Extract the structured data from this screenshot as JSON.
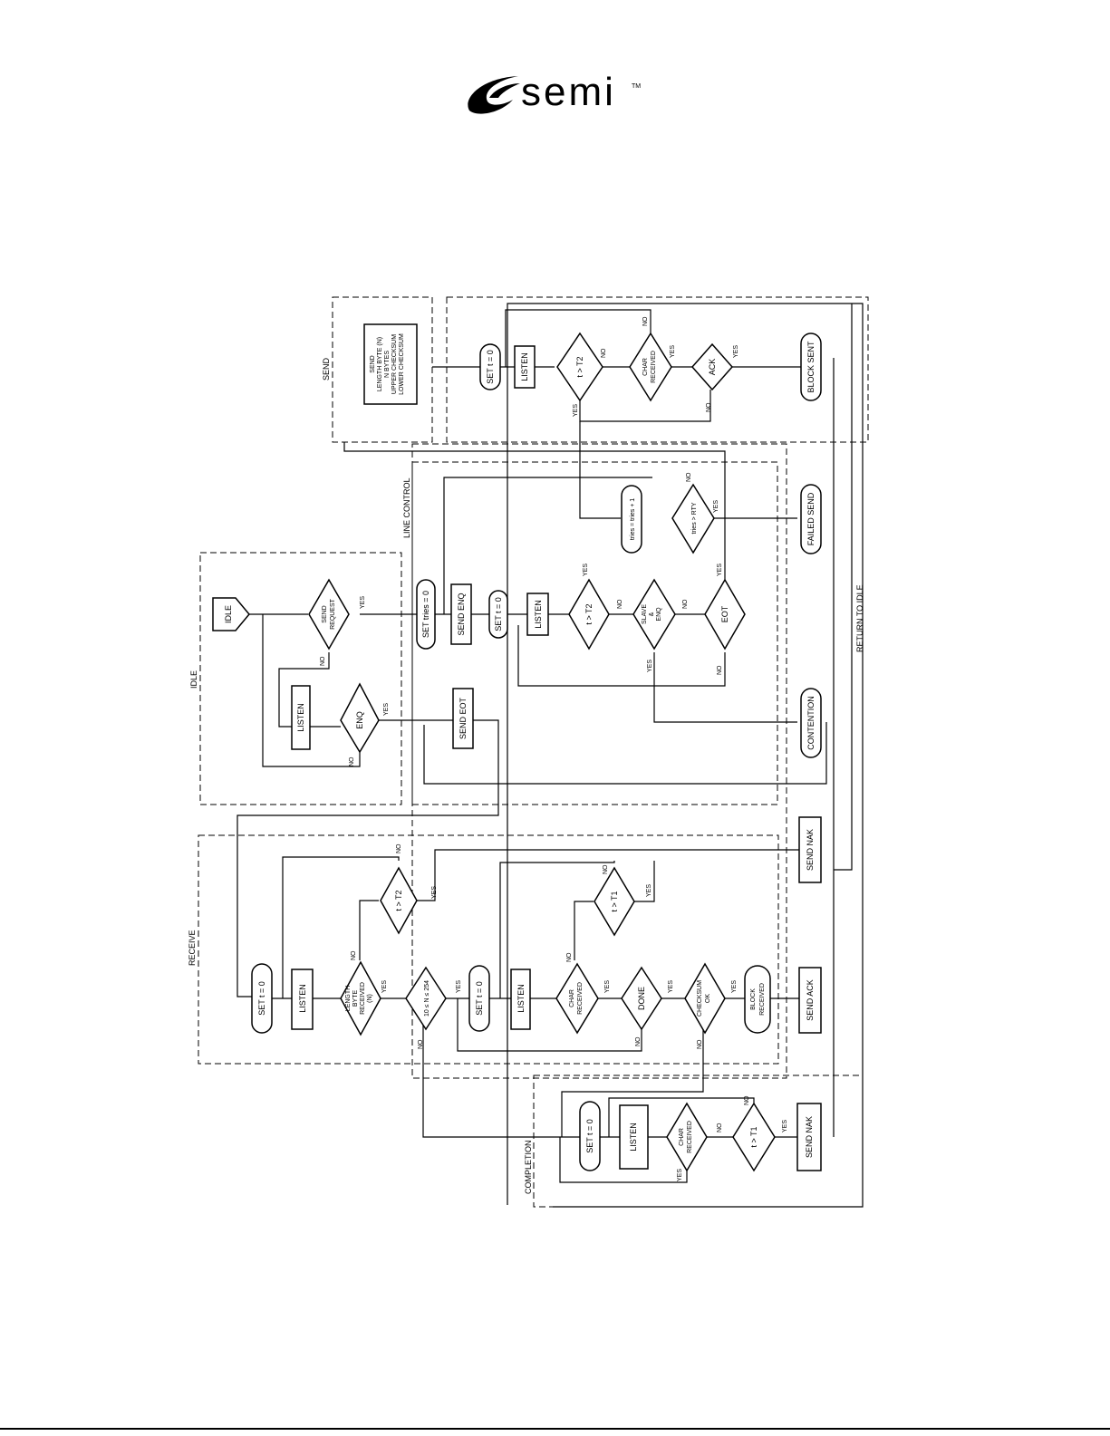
{
  "brand": {
    "logo_text": "semi",
    "trademark": "TM"
  },
  "sections": {
    "send": "SEND",
    "idle": "IDLE",
    "line_control": "LINE CONTROL",
    "receive": "RECEIVE",
    "completion": "COMPLETION",
    "return_to_idle": "RETURN TO IDLE"
  },
  "nodes": {
    "send_block": [
      "SEND",
      "LENGTH BYTE (N)",
      "N BYTES",
      "UPPER CHECKSUM",
      "LOWER CHECKSUM"
    ],
    "send_set_t": "SET t = 0",
    "send_listen": "LISTEN",
    "send_t_gt_t2": "t > T2",
    "send_char_received": [
      "CHAR",
      "RECEIVED"
    ],
    "send_ack": "ACK",
    "block_sent": "BLOCK SENT",
    "idle": "IDLE",
    "send_request": [
      "SEND",
      "REQUEST"
    ],
    "idle_listen": "LISTEN",
    "idle_enq": "ENQ",
    "set_tries": "SET tries = 0",
    "send_enq": "SEND ENQ",
    "lc_set_t": "SET t = 0",
    "lc_listen": "LISTEN",
    "lc_t_gt_t2": "t > T2",
    "slave_enq": [
      "SLAVE",
      "&",
      "ENQ"
    ],
    "eot": "EOT",
    "tries_incr": "tries = tries + 1",
    "tries_gt_rty": "tries > RTY",
    "failed_send": "FAILED SEND",
    "send_eot": "SEND EOT",
    "contention": "CONTENTION",
    "rx_set_t": "SET t = 0",
    "rx_listen": "LISTEN",
    "length_byte": [
      "LENGTH",
      "BYTE",
      "RECEIVED",
      "(N)"
    ],
    "rx_t_gt_t2": "t > T2",
    "n_range": "10 ≤ N ≤ 254",
    "rx_set_t2": "SET t = 0",
    "rx_listen2": "LISTEN",
    "rx_char_received": [
      "CHAR",
      "RECEIVED"
    ],
    "rx_t_gt_t1": "t > T1",
    "done": "DONE",
    "checksum_ok": [
      "CHECKSUM",
      "OK"
    ],
    "block_received": [
      "BLOCK",
      "RECEIVED"
    ],
    "send_nak_top": "SEND NAK",
    "send_ack_out": "SEND ACK",
    "cp_set_t": "SET t = 0",
    "cp_listen": "LISTEN",
    "cp_char_received": [
      "CHAR",
      "RECEIVED"
    ],
    "cp_t_gt_t1": "t > T1",
    "cp_send_nak": "SEND NAK"
  },
  "branch_labels": {
    "yes": "YES",
    "no": "NO"
  }
}
